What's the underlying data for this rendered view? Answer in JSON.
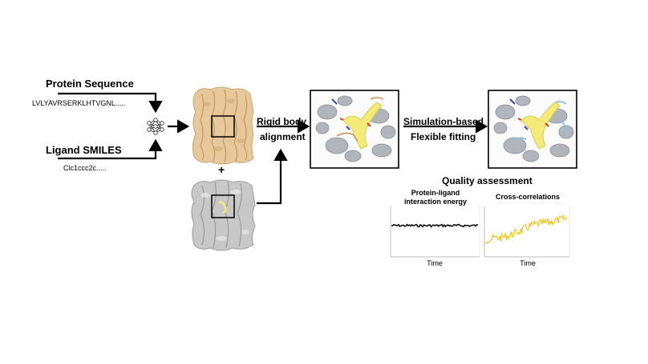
{
  "inputs": {
    "protein_title": "Protein Sequence",
    "protein_sequence": "LVLYAVRSERKLHTVGNL.....",
    "ligand_title": "Ligand SMILES",
    "ligand_smiles": "Clc1ccc2c....."
  },
  "combine_symbol": "+",
  "steps": {
    "rigid_line1": "Rigid body",
    "rigid_line2": "alignment",
    "sim_line1": "Simulation-based",
    "sim_line2": "Flexible fitting"
  },
  "quality": {
    "title": "Quality assessment",
    "energy_title_line1": "Protein-ligand",
    "energy_title_line2": "interaction energy",
    "cc_title": "Cross-correlations",
    "x_label_left": "Time",
    "x_label_right": "Time"
  },
  "colors": {
    "protein": "#e8c79a",
    "map": "#b9b9b9",
    "ligand": "#f3ea79",
    "fitted_protein": "#8ec4d8",
    "energy_trace": "#111111",
    "cc_trace": "#f0c619"
  },
  "icons": {
    "network": "neural-network-icon"
  }
}
